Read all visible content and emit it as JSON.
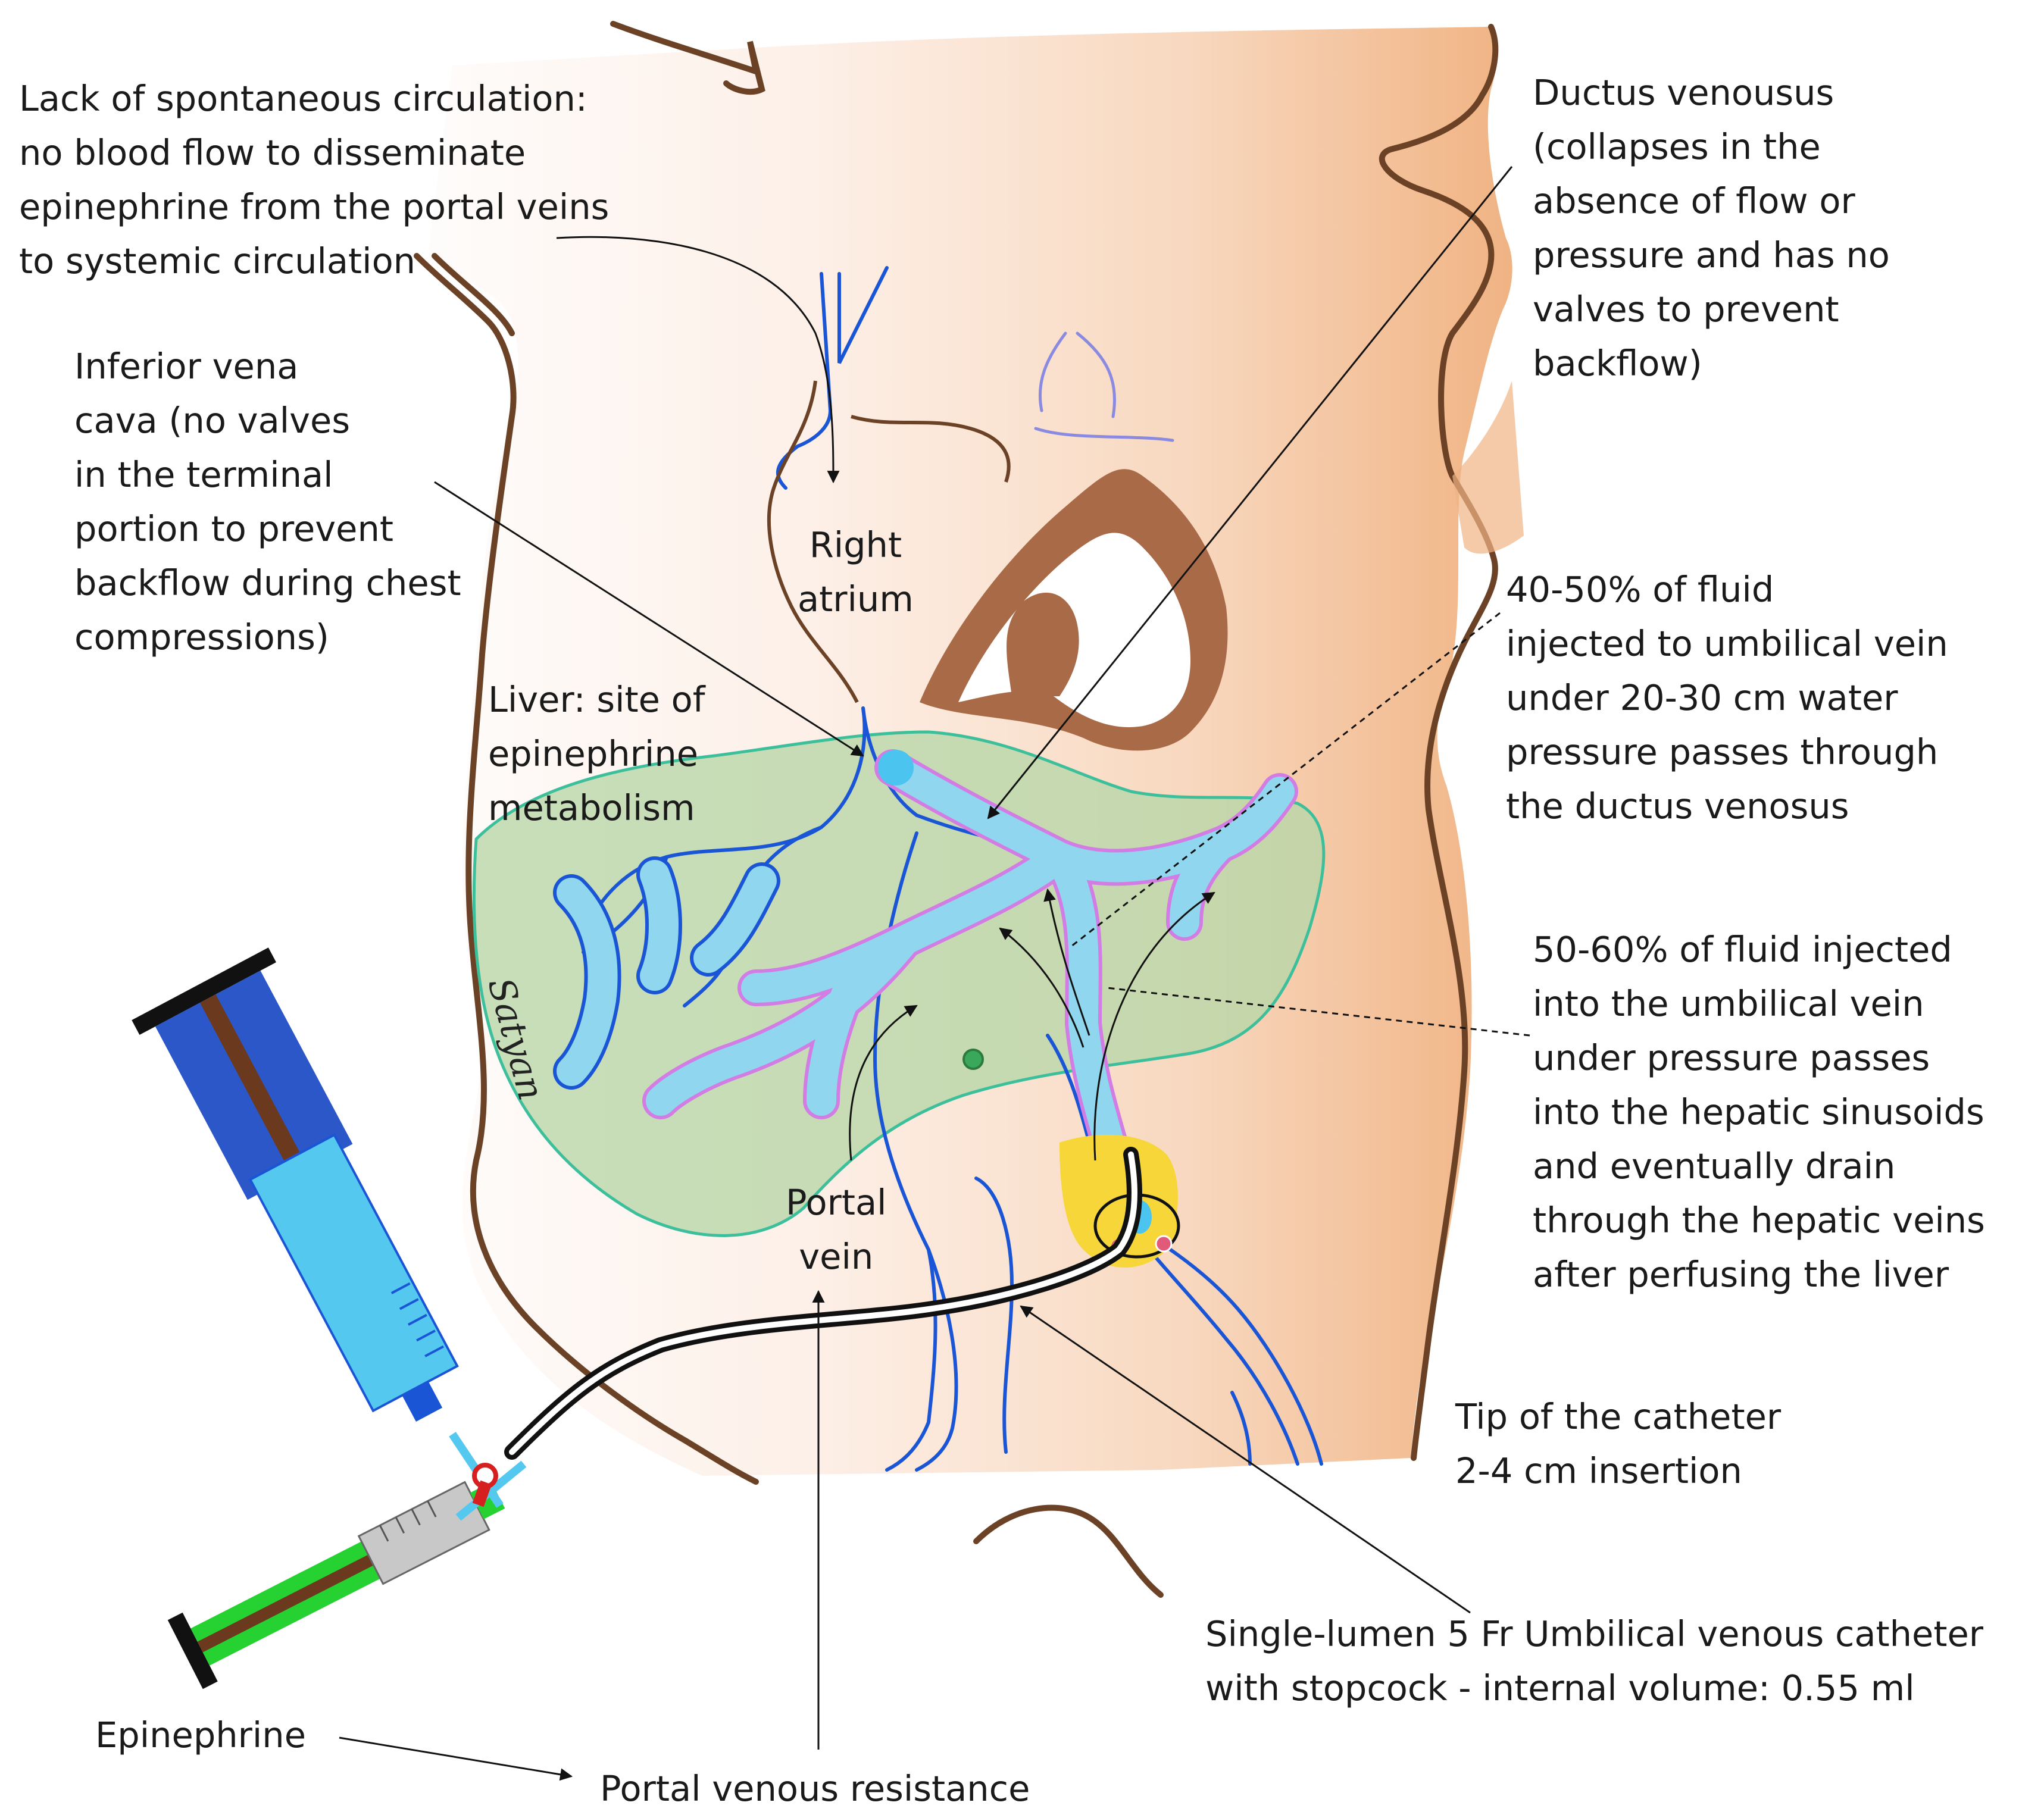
{
  "labels": {
    "lack_of_circulation": [
      "Lack of spontaneous circulation:",
      "no blood flow to disseminate",
      "epinephrine from the portal veins",
      "to systemic circulation"
    ],
    "ivc": [
      "Inferior vena",
      "cava (no valves",
      "in the terminal",
      "portion to prevent",
      "backflow during chest",
      "compressions)"
    ],
    "right_atrium": [
      "Right",
      "atrium"
    ],
    "liver": [
      "Liver: site of",
      "epinephrine",
      "metabolism"
    ],
    "ductus_venosus": [
      "Ductus venousus",
      "(collapses in the",
      "absence of flow or",
      "pressure and has no",
      "valves to prevent",
      "backflow)"
    ],
    "fluid_40_50": [
      "40-50% of fluid",
      "injected to umbilical vein",
      "under 20-30 cm water",
      "pressure passes through",
      "the ductus venosus"
    ],
    "fluid_50_60": [
      "50-60% of fluid injected",
      "into the umbilical vein",
      "under pressure passes",
      "into the hepatic sinusoids",
      "and eventually drain",
      "through the hepatic veins",
      "after perfusing the liver"
    ],
    "portal_vein": [
      "Portal",
      "vein"
    ],
    "catheter_tip": [
      "Tip of the catheter",
      "2-4 cm insertion"
    ],
    "catheter": [
      "Single-lumen 5 Fr Umbilical venous catheter",
      "with stopcock - internal volume: 0.55 ml"
    ],
    "epinephrine": "Epinephrine",
    "portal_resistance": "Portal venous resistance",
    "signature": "Satyan"
  },
  "colors": {
    "outline": "#6b4226",
    "skin_light": "#fdf1ea",
    "skin_dark": "#f1b889",
    "liver_fill": "#b9d7a9",
    "liver_stroke": "#3cbf9a",
    "vein_blue": "#1a55d6",
    "sinusoid_fill": "#8fd6ee",
    "sinusoid_stroke": "#d27de4",
    "heart": "#a96a48",
    "syringe_blue": "#2b57c9",
    "syringe_cyan": "#55c8f0",
    "syringe_green": "#26d132",
    "umbilicus": "#f6d638"
  }
}
